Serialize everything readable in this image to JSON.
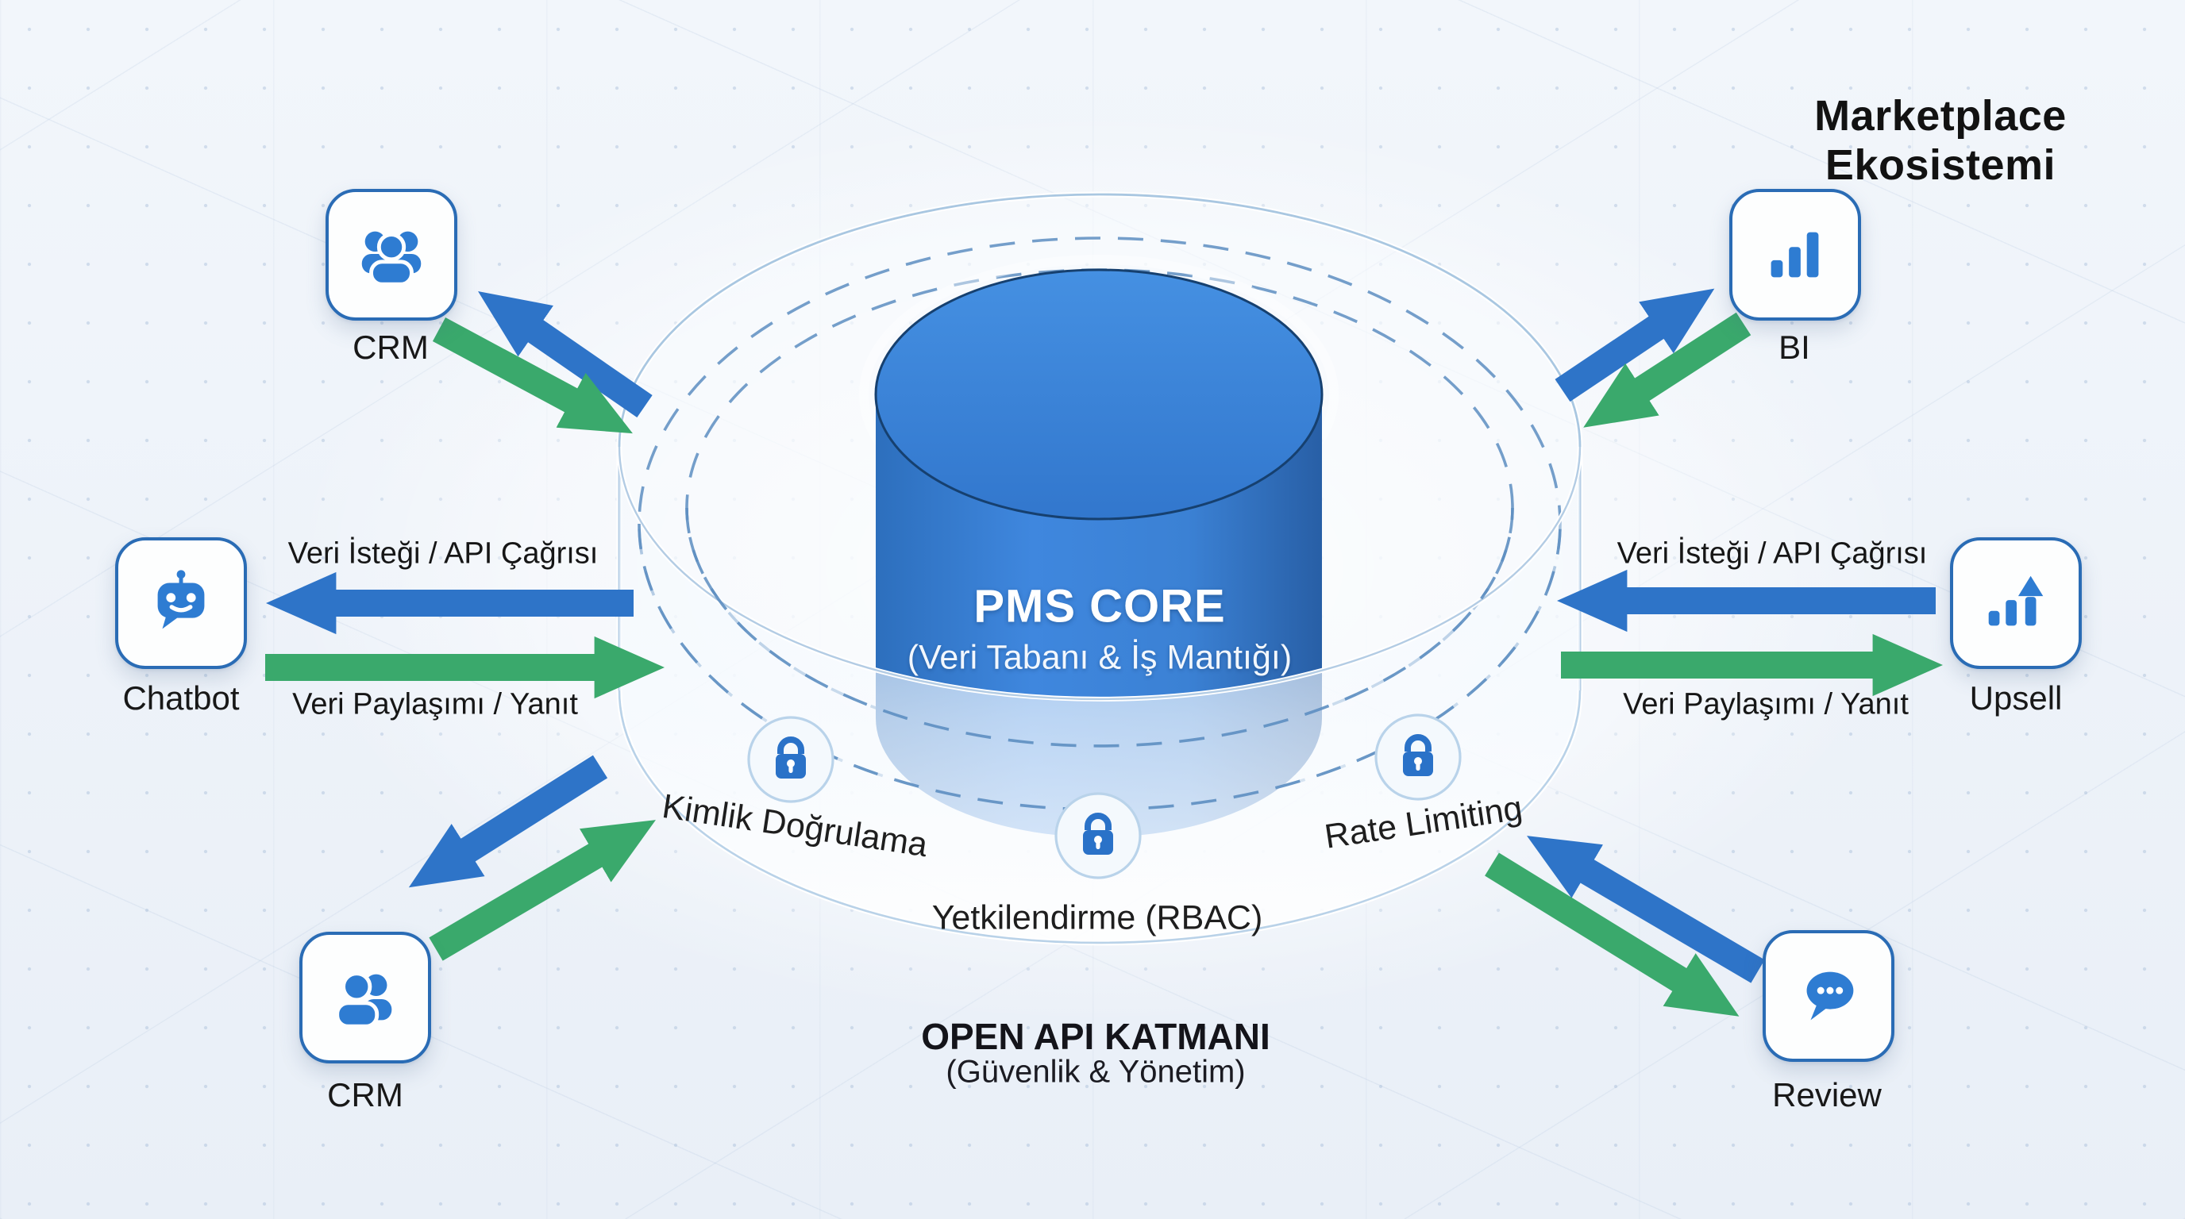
{
  "title": {
    "line1": "Marketplace",
    "line2": "Ekosistemi"
  },
  "core": {
    "name": "PMS CORE",
    "subtitle": "(Veri Tabanı & İş Mantığı)"
  },
  "api_layer": {
    "name": "OPEN API KATMANI",
    "subtitle": "(Güvenlik & Yönetim)"
  },
  "security_controls": [
    {
      "label": "Kimlik Doğrulama",
      "icon": "lock-icon"
    },
    {
      "label": "Yetkilendirme (RBAC)",
      "icon": "lock-icon"
    },
    {
      "label": "Rate Limiting",
      "icon": "lock-icon"
    }
  ],
  "flow_labels": {
    "request": "Veri İsteği / API Çağrısı",
    "response": "Veri Paylaşımı / Yanıt"
  },
  "nodes": [
    {
      "id": "crm-top",
      "label": "CRM",
      "icon": "people-group-icon"
    },
    {
      "id": "bi",
      "label": "BI",
      "icon": "bar-chart-icon"
    },
    {
      "id": "chatbot",
      "label": "Chatbot",
      "icon": "robot-chat-icon"
    },
    {
      "id": "upsell",
      "label": "Upsell",
      "icon": "growth-chart-icon"
    },
    {
      "id": "crm-bottom",
      "label": "CRM",
      "icon": "people-pair-icon"
    },
    {
      "id": "review",
      "label": "Review",
      "icon": "chat-bubble-icon"
    }
  ],
  "colors": {
    "request_arrow": "#2e74c8",
    "response_arrow": "#3aa96c",
    "icon_blue": "#2e7cd2",
    "cylinder_blue": "#3583dc",
    "ring_line": "#a9c7e1",
    "background": "#edf2f9"
  }
}
